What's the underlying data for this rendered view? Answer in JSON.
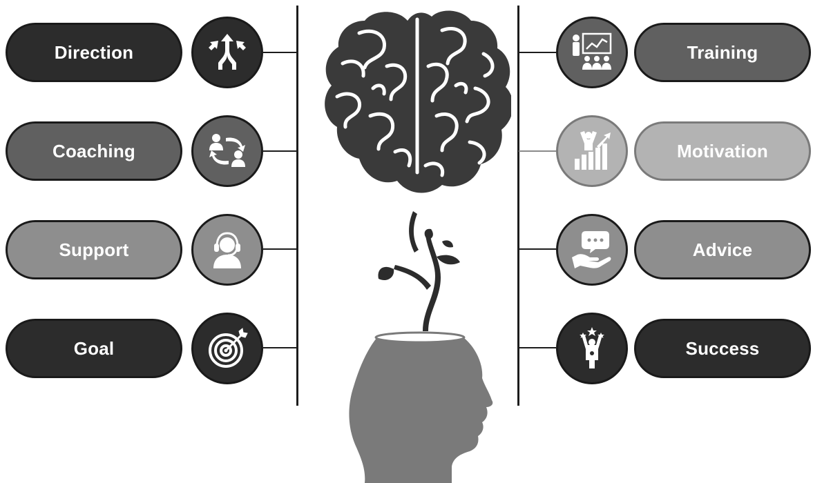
{
  "left_items": [
    {
      "label": "Direction",
      "icon": "direction-arrows-icon",
      "tone": "dark"
    },
    {
      "label": "Coaching",
      "icon": "coaching-exchange-icon",
      "tone": "mid"
    },
    {
      "label": "Support",
      "icon": "support-headset-icon",
      "tone": "light"
    },
    {
      "label": "Goal",
      "icon": "target-icon",
      "tone": "dark"
    }
  ],
  "right_items": [
    {
      "label": "Training",
      "icon": "training-presentation-icon",
      "tone": "mid"
    },
    {
      "label": "Motivation",
      "icon": "motivation-growth-icon",
      "tone": "pale"
    },
    {
      "label": "Advice",
      "icon": "advice-hand-speech-icon",
      "tone": "light"
    },
    {
      "label": "Success",
      "icon": "success-winner-icon",
      "tone": "dark"
    }
  ],
  "center_graphic": [
    "brain-icon",
    "sprout-icon",
    "head-profile-icon"
  ],
  "colors": {
    "dark": "#2c2c2c",
    "mid": "#606060",
    "light": "#8e8e8e",
    "pale": "#b3b3b3",
    "line": "#1c1c1c"
  }
}
